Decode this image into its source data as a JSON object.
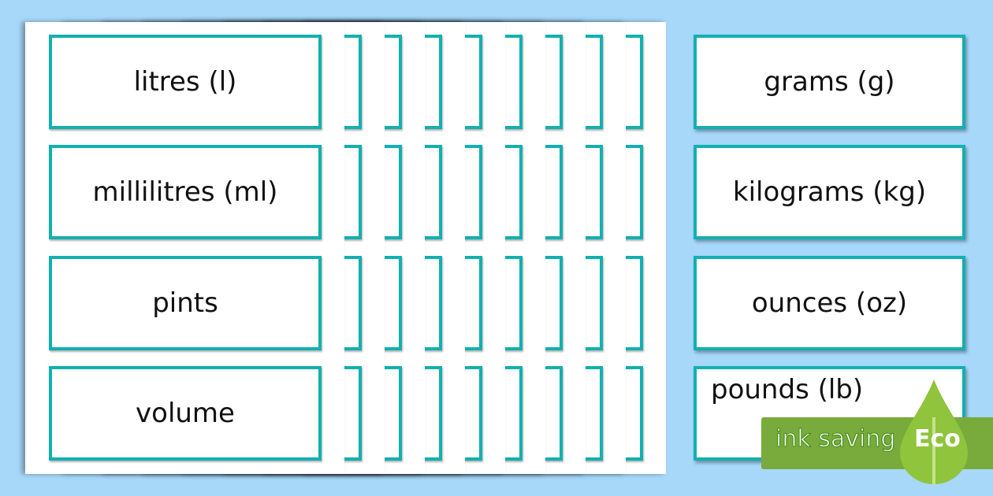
{
  "left_cards": [
    "litres (l)",
    "millilitres (ml)",
    "pints",
    "volume"
  ],
  "right_cards": [
    "grams (g)",
    "kilograms (kg)",
    "ounces (oz)",
    "pounds (lb)"
  ],
  "badge": {
    "text": "ink saving",
    "label": "Eco",
    "icon": "leaf-drop-icon"
  },
  "colors": {
    "background": "#a7d8fa",
    "card_border": "#12b0b0",
    "badge": "#78aa3c"
  }
}
